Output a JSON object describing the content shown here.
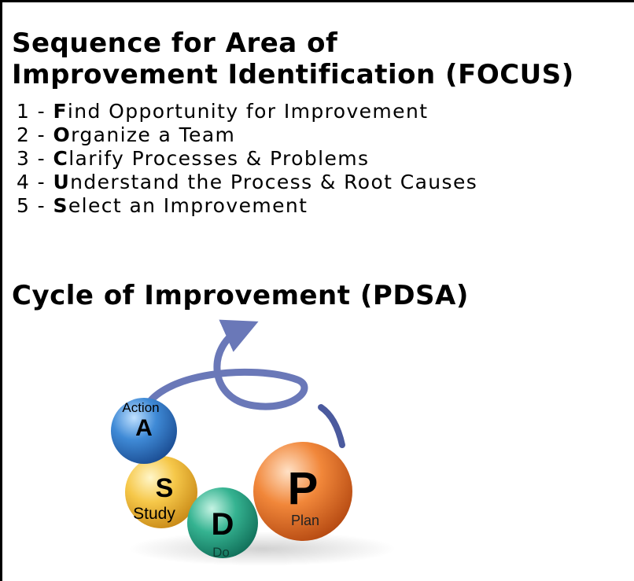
{
  "focus": {
    "title_line1": "Sequence for Area of",
    "title_line2": "Improvement Identification (FOCUS)",
    "items": [
      {
        "number": "1",
        "separator": " - ",
        "initial": "F",
        "rest": "ind Opportunity for Improvement"
      },
      {
        "number": "2",
        "separator": " - ",
        "initial": "O",
        "rest": "rganize a Team"
      },
      {
        "number": "3",
        "separator": " - ",
        "initial": "C",
        "rest": "larify Processes & Problems"
      },
      {
        "number": "4",
        "separator": " - ",
        "initial": "U",
        "rest": "nderstand the Process & Root Causes"
      },
      {
        "number": "5",
        "separator": " - ",
        "initial": "S",
        "rest": "elect an Improvement"
      }
    ]
  },
  "pdsa": {
    "title_prefix": "Cycle of Improvement (",
    "title_bold": "PDSA",
    "title_suffix": ")",
    "diagram": {
      "action": {
        "word": "Action",
        "letter": "A",
        "color": "#2f78c4"
      },
      "study": {
        "word": "Study",
        "letter": "S",
        "color": "#f5c542"
      },
      "do": {
        "word": "Do",
        "letter": "D",
        "color": "#2ea78a"
      },
      "plan": {
        "word": "Plan",
        "letter": "P",
        "color": "#ee7a2e"
      },
      "arrow_color": "#6a78b8"
    }
  }
}
